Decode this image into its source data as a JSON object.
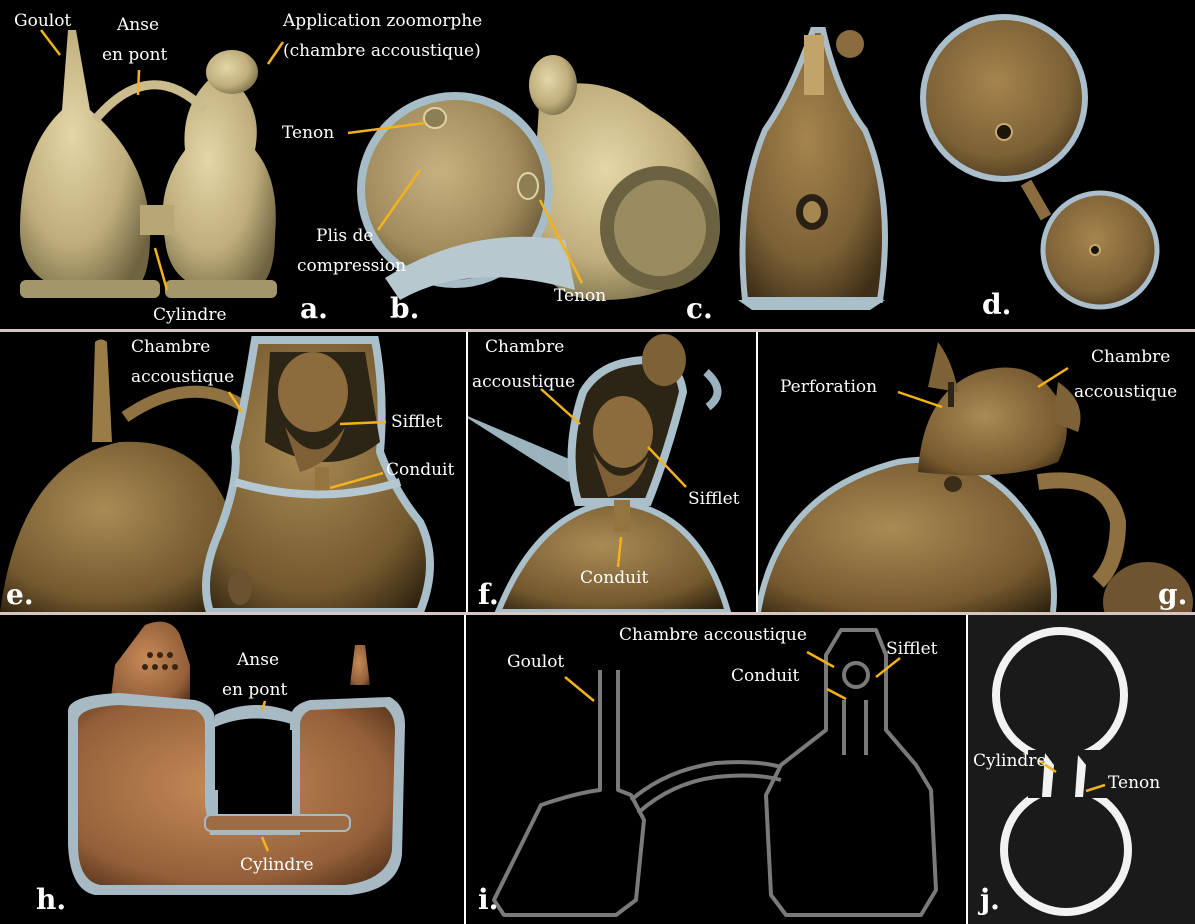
{
  "figure": {
    "panel_a": {
      "letter": "a.",
      "labels": {
        "goulot": "Goulot",
        "anse_l1": "Anse",
        "anse_l2": "en pont",
        "application_l1": "Application zoomorphe",
        "application_l2": "(chambre accoustique)",
        "cylindre": "Cylindre"
      }
    },
    "panel_b": {
      "letter": "b.",
      "labels": {
        "tenon_top": "Tenon",
        "plis_l1": "Plis de",
        "plis_l2": "compression",
        "tenon_bottom": "Tenon"
      }
    },
    "panel_c": {
      "letter": "c."
    },
    "panel_d": {
      "letter": "d."
    },
    "panel_e": {
      "letter": "e.",
      "labels": {
        "chambre_l1": "Chambre",
        "chambre_l2": "accoustique",
        "sifflet": "Sifflet",
        "conduit": "Conduit"
      }
    },
    "panel_f": {
      "letter": "f.",
      "labels": {
        "chambre_l1": "Chambre",
        "chambre_l2": "accoustique",
        "sifflet": "Sifflet",
        "conduit": "Conduit"
      }
    },
    "panel_g": {
      "letter": "g.",
      "labels": {
        "perforation": "Perforation",
        "chambre_l1": "Chambre",
        "chambre_l2": "accoustique"
      }
    },
    "panel_h": {
      "letter": "h.",
      "labels": {
        "anse_l1": "Anse",
        "anse_l2": "en pont",
        "cylindre": "Cylindre"
      }
    },
    "panel_i": {
      "letter": "i.",
      "labels": {
        "goulot": "Goulot",
        "chambre": "Chambre accoustique",
        "sifflet": "Sifflet",
        "conduit": "Conduit"
      }
    },
    "panel_j": {
      "letter": "j.",
      "labels": {
        "cylindre": "Cylindre",
        "tenon": "Tenon"
      }
    },
    "colors": {
      "background": "#000000",
      "pointer": "#f2b21c",
      "label_text": "#ffffff",
      "divider": "#d7c7c2",
      "ceramic_beige": "#c9b98a",
      "ceramic_bronze": "#8a6c3e",
      "ceramic_terracotta": "#b07448",
      "section_wall": "#9fb4bf",
      "ct_gray": "#7a7a7a"
    }
  }
}
